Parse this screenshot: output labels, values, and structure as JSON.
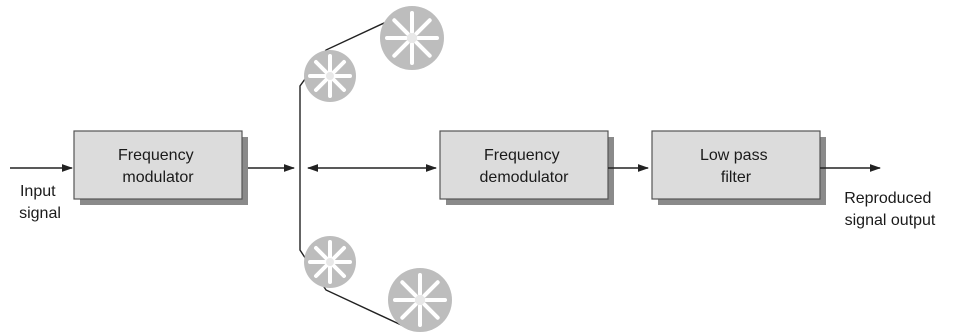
{
  "blocks": {
    "freq_mod": {
      "line1": "Frequency",
      "line2": "modulator"
    },
    "freq_demod": {
      "line1": "Frequency",
      "line2": "demodulator"
    },
    "lpf": {
      "line1": "Low pass",
      "line2": "filter"
    }
  },
  "labels": {
    "input": {
      "line1": "Input",
      "line2": "signal"
    },
    "output": {
      "line1": "Reproduced",
      "line2": "signal output"
    }
  },
  "colors": {
    "block_fill": "#dcdcdc",
    "block_shadow": "#8a8a8a",
    "reel": "#bdbdbd",
    "line": "#222222"
  },
  "icons": {
    "reels": [
      "tape-reel-icon",
      "tape-reel-icon",
      "tape-reel-icon",
      "tape-reel-icon"
    ]
  }
}
